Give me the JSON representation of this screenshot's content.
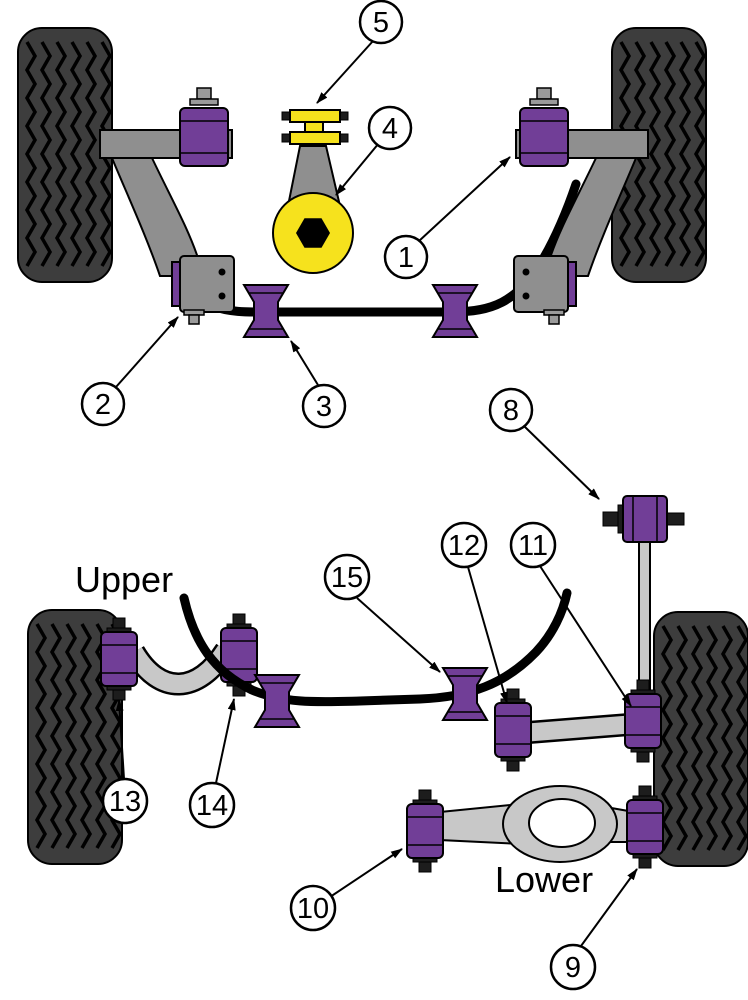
{
  "diagram": {
    "labels": {
      "upper": "Upper",
      "lower": "Lower"
    },
    "callouts": {
      "c1": "1",
      "c2": "2",
      "c3": "3",
      "c4": "4",
      "c5": "5",
      "c8": "8",
      "c9": "9",
      "c10": "10",
      "c11": "11",
      "c12": "12",
      "c13": "13",
      "c14": "14",
      "c15": "15"
    },
    "colors": {
      "bushing_purple": "#713E97",
      "mount_yellow": "#F6E21D",
      "arm_gray_front": "#8F8F8F",
      "arm_gray_rear": "#C8C8C8",
      "tire_dark": "#3D3D3D",
      "background": "#FFFFFF"
    }
  }
}
